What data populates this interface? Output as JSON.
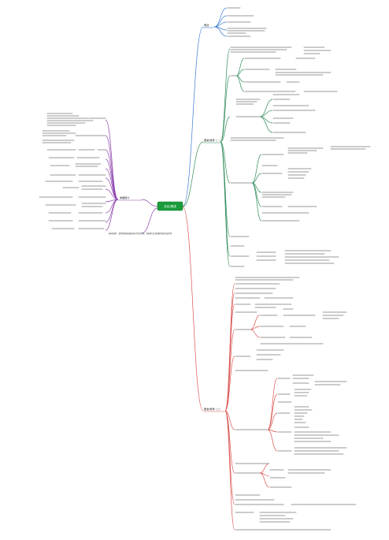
{
  "center": {
    "title": "总论/概述"
  },
  "branches": {
    "top": "概述",
    "right1": "要素/规律（...）",
    "right2": "要素/规律（二）",
    "left": "重要部分"
  },
  "notes": {
    "left_note": "影响因素：受到某些原因影响产生的作用，各要素之间的相互联系和作用"
  },
  "colors": {
    "center": "#1a9c3c",
    "branch_top": "#3a7bd5",
    "branch_right1": "#2e8b57",
    "branch_right2": "#d9534f",
    "branch_left": "#8e44ad"
  }
}
